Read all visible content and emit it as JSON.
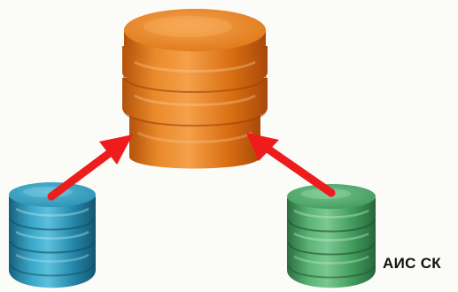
{
  "diagram": {
    "nodes": [
      {
        "id": "central-database",
        "label": "",
        "color": "#e07a14"
      },
      {
        "id": "left-database",
        "label": "",
        "color": "#2a8fb0"
      },
      {
        "id": "right-database",
        "label": "АИС СК",
        "color": "#3f9a5c"
      }
    ],
    "edges": [
      {
        "from": "left-database",
        "to": "central-database",
        "color": "#ee1c1c"
      },
      {
        "from": "right-database",
        "to": "central-database",
        "color": "#ee1c1c"
      }
    ]
  }
}
